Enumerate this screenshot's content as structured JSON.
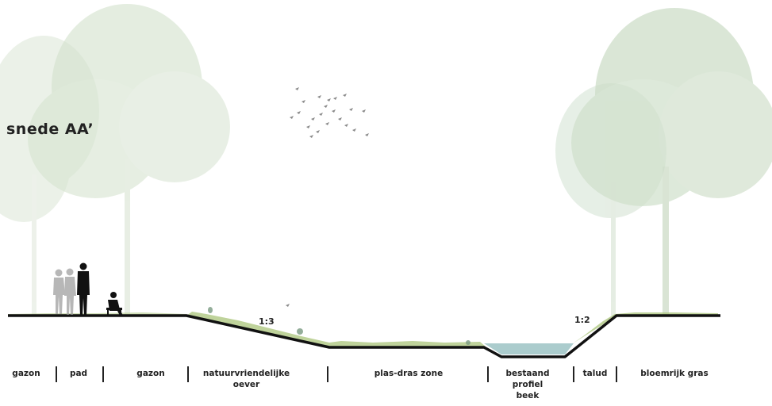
{
  "title": "snede AA’",
  "slopes": {
    "left": "1:3",
    "right": "1:2"
  },
  "zones": [
    {
      "label": "gazon"
    },
    {
      "label": "pad"
    },
    {
      "label": "gazon"
    },
    {
      "label": "natuurvriendelijke oever"
    },
    {
      "label": "plas-dras zone"
    },
    {
      "label": "bestaand profiel beek"
    },
    {
      "label": "talud"
    },
    {
      "label": "bloemrijk gras"
    }
  ],
  "colors": {
    "ground": "#111111",
    "grass": "#8fb356",
    "water": "#9cc3c4",
    "tree": "#c9dcc4",
    "birds": "#8a8a8a"
  }
}
